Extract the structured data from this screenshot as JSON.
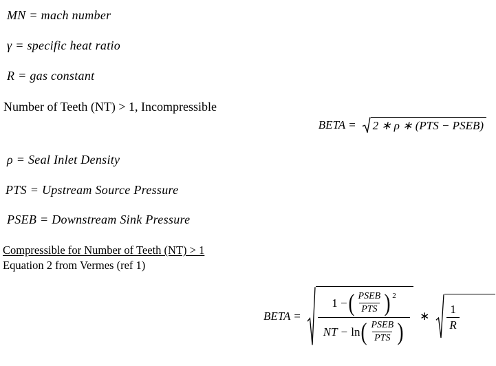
{
  "page": {
    "background": "#ffffff",
    "text_color": "#000000"
  },
  "definitions_top": {
    "mn": "MN = mach number",
    "gamma": "γ = specific heat ratio",
    "r": "R = gas constant"
  },
  "section_incompressible": {
    "heading": "Number of Teeth (NT) > 1, Incompressible",
    "equation": {
      "lhs": "BETA =",
      "radicand": "2 ∗ ρ ∗ (PTS − PSEB)"
    }
  },
  "definitions_mid": {
    "rho": "ρ = Seal Inlet Density",
    "pts": "PTS = Upstream Source Pressure",
    "pseb": "PSEB = Downstream Sink Pressure"
  },
  "section_compressible": {
    "heading": "Compressible for Number of Teeth (NT) > 1",
    "subheading": "Equation 2 from Vermes (ref 1)",
    "equation": {
      "lhs": "BETA =",
      "numerator_prefix": "1 −",
      "open_paren": "(",
      "close_paren": ")",
      "frac1_num": "PSEB",
      "frac1_den": "PTS",
      "exponent": "2",
      "denominator_prefix": "NT −",
      "ln": "ln",
      "frac2_num": "PSEB",
      "frac2_den": "PTS",
      "multiply": "∗",
      "frac3_num": "1",
      "frac3_den": "R"
    }
  }
}
